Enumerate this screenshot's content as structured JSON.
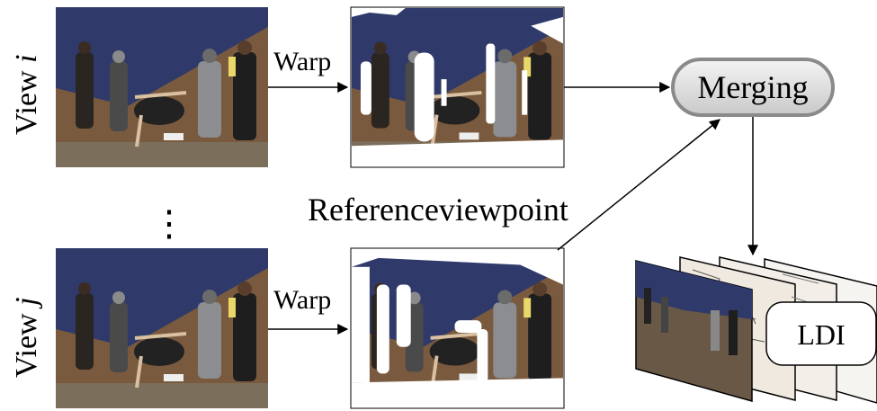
{
  "labels": {
    "view_i": "View",
    "view_i_var": "i",
    "view_j": "View",
    "view_j_var": "j",
    "warp_top": "Warp",
    "warp_bottom": "Warp",
    "merging": "Merging",
    "reference": "Referenceviewpoint",
    "dots": "⋮",
    "ldi": "LDI"
  },
  "colors": {
    "wall_blue": "#2f3a6b",
    "wall_brown": "#7a5a3e",
    "floor": "#7b6f5c",
    "merging_fill": "#d8d8d8",
    "merging_stroke": "#888888"
  }
}
